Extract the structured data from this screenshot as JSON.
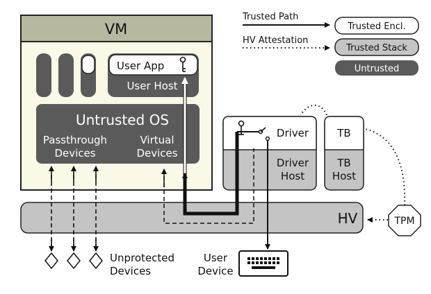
{
  "vm": {
    "title": "VM"
  },
  "user_app": {
    "label": "User App"
  },
  "user_host": {
    "label": "User Host"
  },
  "untrusted_os": {
    "label": "Untrusted OS"
  },
  "passthrough": {
    "line1": "Passthrough",
    "line2": "Devices"
  },
  "virtual_devices": {
    "line1": "Virtual",
    "line2": "Devices"
  },
  "driver": {
    "label": "Driver",
    "host_line1": "Driver",
    "host_line2": "Host"
  },
  "tb": {
    "label": "TB",
    "host_line1": "TB",
    "host_line2": "Host"
  },
  "hv": {
    "label": "HV"
  },
  "tpm": {
    "label": "TPM"
  },
  "legend": {
    "trusted_path": "Trusted Path",
    "hv_attestation": "HV Attestation",
    "trusted_encl": "Trusted Encl.",
    "trusted_stack": "Trusted Stack",
    "untrusted": "Untrusted"
  },
  "unprotected": {
    "line1": "Unprotected",
    "line2": "Devices"
  },
  "user_device": {
    "line1": "User",
    "line2": "Device"
  },
  "colors": {
    "vm_header": "#b8b8a0",
    "vm_body": "#faf8e6",
    "dark": "#5a5a5a",
    "mid": "#c4c4c4",
    "outline": "#222222"
  }
}
